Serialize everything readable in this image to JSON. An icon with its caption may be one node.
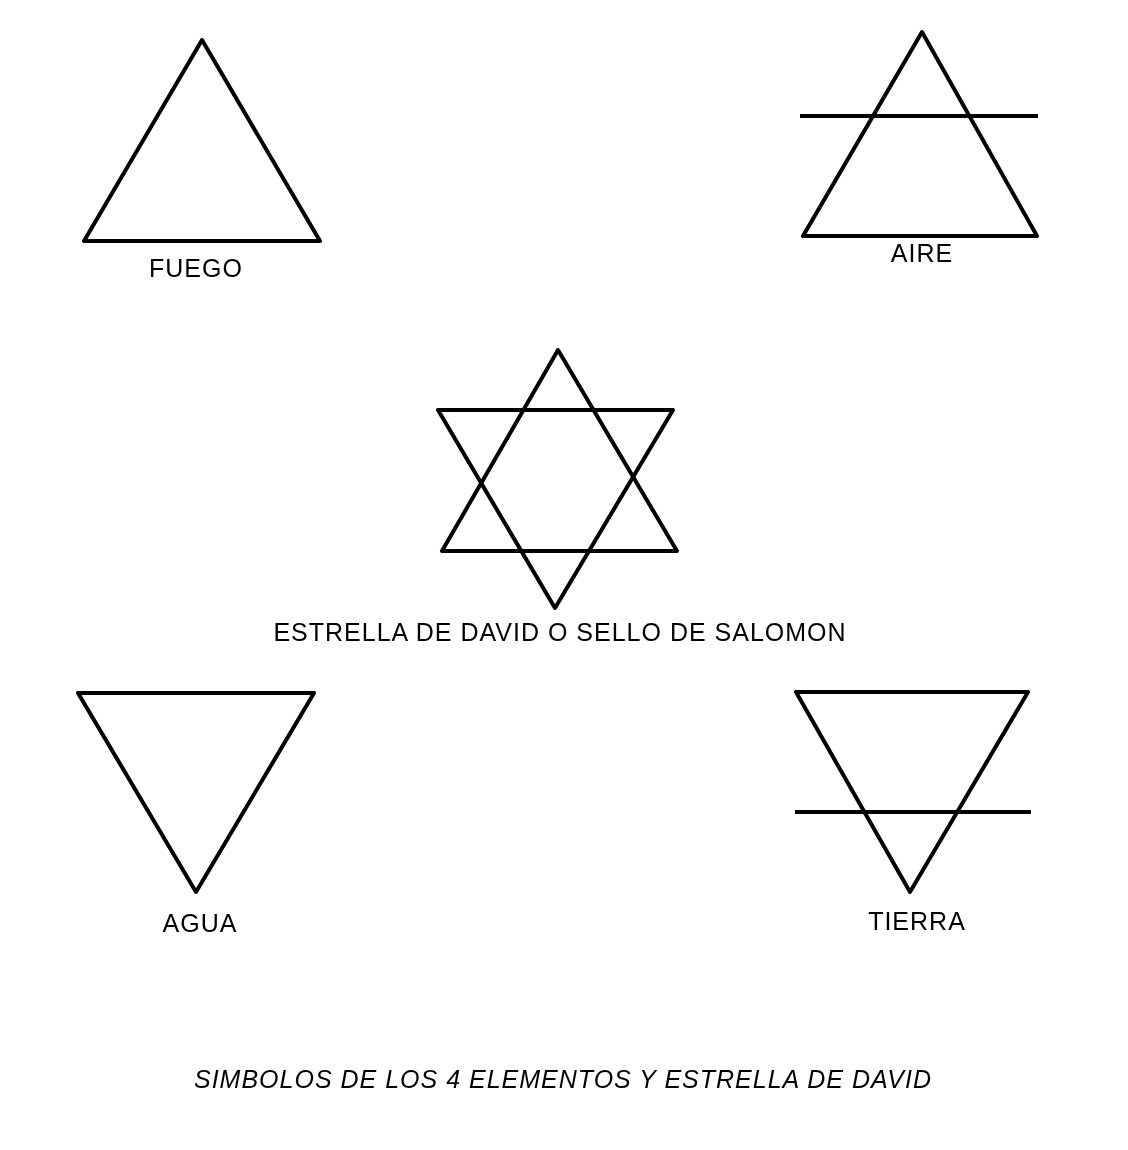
{
  "diagram": {
    "caption": "SIMBOLOS DE LOS 4 ELEMENTOS Y ESTRELLA DE DAVID",
    "nodes": [
      {
        "text": [
          "FUEGO"
        ]
      },
      {
        "text": [
          "AIRE"
        ]
      },
      {
        "text": [
          "ESTRELLA DE DAVID O SELLO DE SALOMON"
        ]
      },
      {
        "text": [
          "AGUA"
        ]
      },
      {
        "text": [
          "TIERRA"
        ]
      }
    ]
  }
}
